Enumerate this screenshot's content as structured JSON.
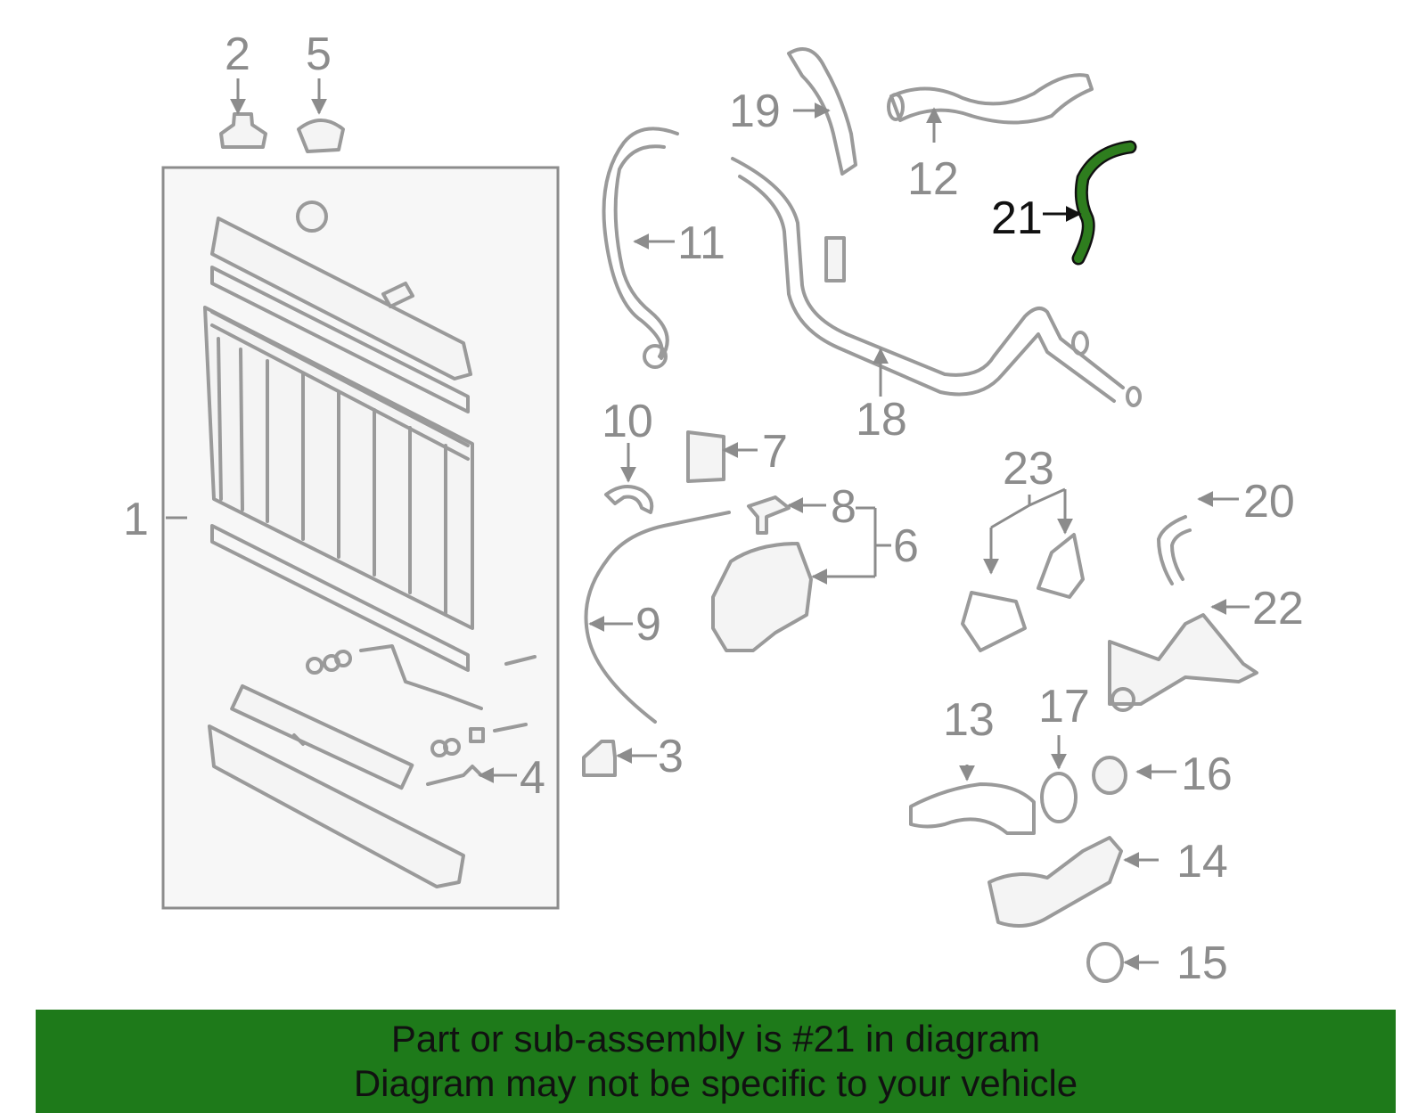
{
  "callouts": [
    "1",
    "2",
    "3",
    "4",
    "5",
    "6",
    "7",
    "8",
    "9",
    "10",
    "11",
    "12",
    "13",
    "14",
    "15",
    "16",
    "17",
    "18",
    "19",
    "20",
    "21",
    "22",
    "23"
  ],
  "highlight": {
    "label": "21",
    "color": "#2e7d1e"
  },
  "banner": {
    "line1": "Part or sub-assembly is #21 in diagram",
    "line2": "Diagram may not be specific to your vehicle",
    "background": "#1e7a1a"
  }
}
